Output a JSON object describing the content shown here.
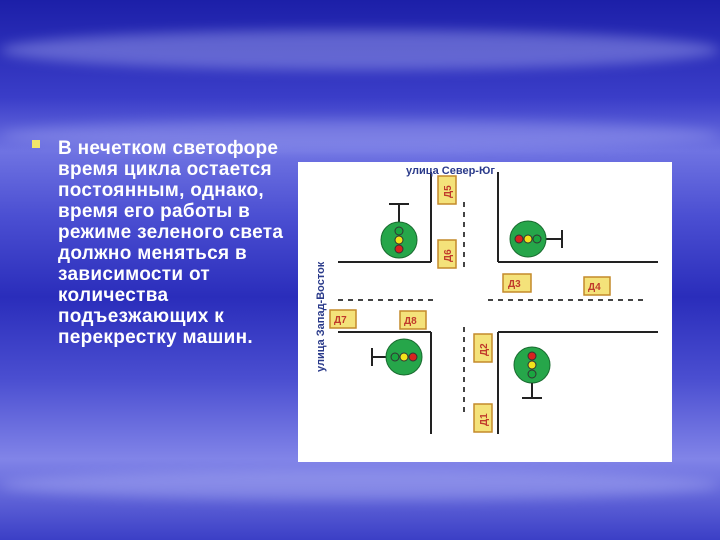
{
  "slide": {
    "bullet_text": "В нечетком светофоре время цикла остается постоянным, однако, время его работы в режиме зеленого света должно меняться в зависимости от количества подъезжающих к перекрестку машин."
  },
  "diagram": {
    "street_ns": "улица Север-Юг",
    "street_ew": "улица Запад-Восток",
    "sensors": [
      "Д1",
      "Д2",
      "Д3",
      "Д4",
      "Д5",
      "Д6",
      "Д7",
      "Д8"
    ]
  },
  "colors": {
    "sensor_fill": "#f4e27a",
    "sensor_border": "#c48a2a",
    "sensor_text": "#c0392b",
    "light_body": "#26a64a",
    "red": "#d8231f",
    "yellow": "#f3e31b",
    "green": "#1aa640"
  }
}
